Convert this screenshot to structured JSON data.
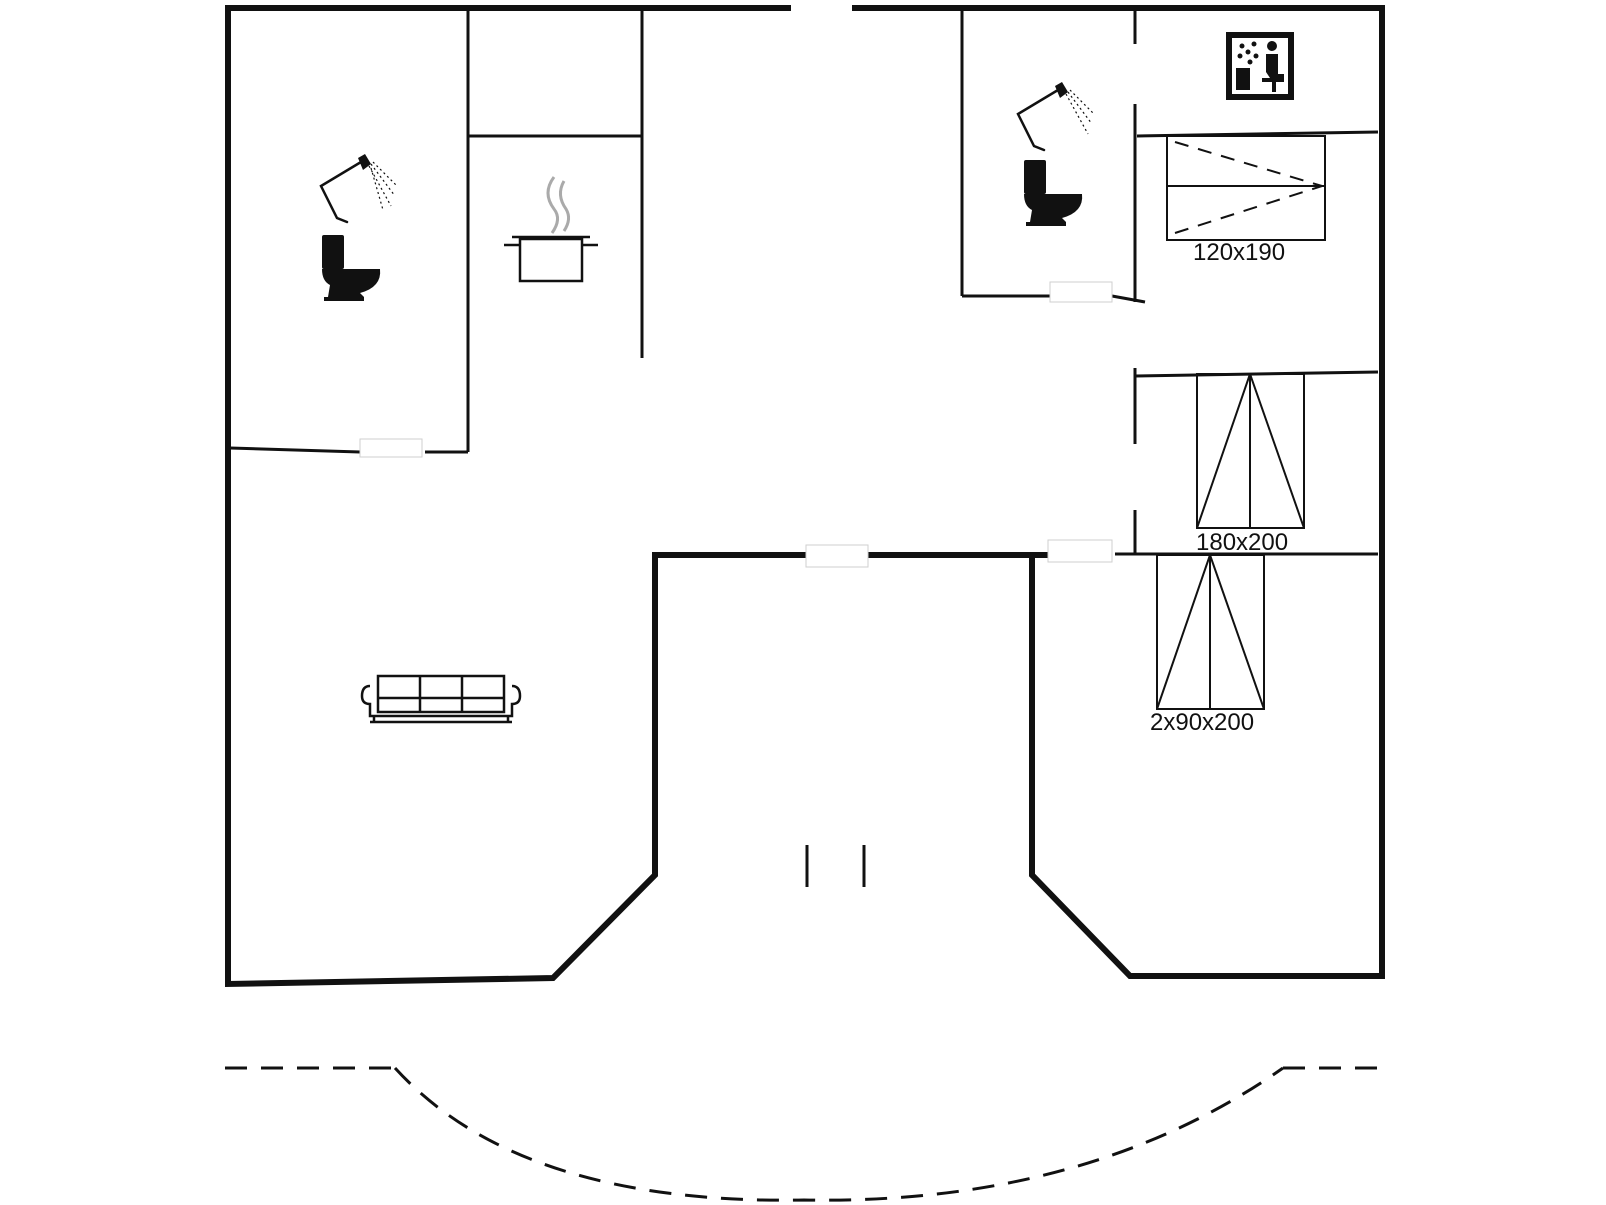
{
  "plan": {
    "beds": [
      {
        "label": "120x190",
        "icon": "bed-icon"
      },
      {
        "label": "180x200",
        "icon": "bed-icon"
      },
      {
        "label": "2x90x200",
        "icon": "bed-icon"
      }
    ],
    "room_icons": [
      "shower-icon",
      "toilet-icon",
      "kitchen-pot-icon",
      "sauna-icon",
      "sofa-icon"
    ],
    "colors": {
      "wall": "#111111",
      "background": "#ffffff",
      "steam": "#aaaaaa"
    }
  }
}
